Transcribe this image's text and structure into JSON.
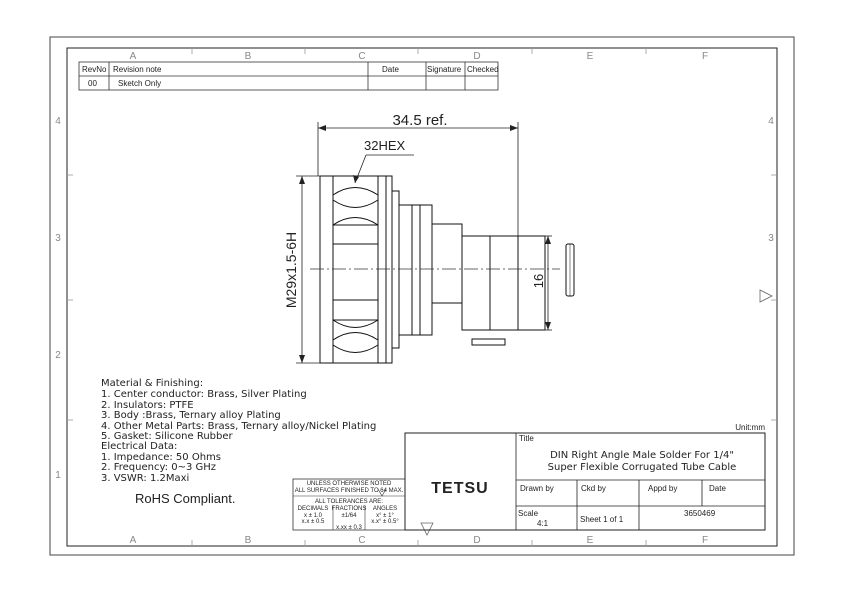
{
  "grid": {
    "cols": [
      "A",
      "B",
      "C",
      "D",
      "E",
      "F"
    ],
    "rows": [
      "4",
      "3",
      "2",
      "1"
    ]
  },
  "revision_table": {
    "headers": [
      "RevNo",
      "Revision note",
      "Date",
      "Signature",
      "Checked"
    ],
    "rows": [
      {
        "rev": "00",
        "note": "Sketch Only",
        "date": "",
        "signature": "",
        "checked": ""
      }
    ]
  },
  "dimensions": {
    "overall_length": "34.5 ref.",
    "hex": "32HEX",
    "thread": "M29x1.5-6H",
    "cable_dia": "16"
  },
  "notes": {
    "material_heading": "Material & Finishing:",
    "material_items": [
      "1. Center conductor: Brass, Silver Plating",
      "2. Insulators: PTFE",
      "3. Body :Brass, Ternary alloy Plating",
      "4. Other Metal Parts: Brass, Ternary alloy/Nickel Plating",
      "5. Gasket: Silicone Rubber"
    ],
    "electrical_heading": "Electrical Data:",
    "electrical_items": [
      "1. Impedance: 50 Ohms",
      "2. Frequency: 0~3 GHz",
      "3. VSWR:           1.2Maxi"
    ],
    "rohs": "RoHS Compliant."
  },
  "tolerance_block": {
    "line1": "UNLESS OTHERWISE NOTED",
    "line2": "ALL SURFACES FINISHED TO 64 MAX.",
    "line3": "ALL TOLERANCES ARE:",
    "col_heads": [
      "DECIMALS",
      "FRACTIONS",
      "ANGLES"
    ],
    "dec1": "x ± 1.0",
    "dec2": "x.x ± 0.5",
    "dec3": "x.xx ± 0.3",
    "frac": "±1/64",
    "ang1": "x° ± 1°",
    "ang2": "x.x° ± 0.5°"
  },
  "title_block": {
    "unit": "Unit:mm",
    "title_label": "Title",
    "title_line1": "DIN Right Angle Male Solder For 1/4\"",
    "title_line2": "Super Flexible Corrugated Tube Cable",
    "logo": "TETSU",
    "drawn_by": "Drawn by",
    "ckd_by": "Ckd by",
    "appd_by": "Appd by",
    "date": "Date",
    "scale_label": "Scale",
    "scale_value": "4:1",
    "sheet": "Sheet 1 of 1",
    "part_number": "3650469"
  }
}
